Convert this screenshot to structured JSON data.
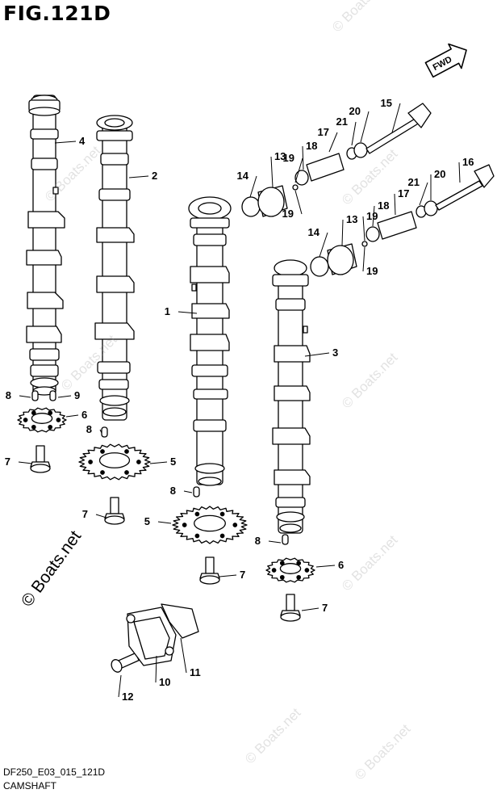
{
  "header": {
    "title": "FIG.121D"
  },
  "footer": {
    "code": "DF250_E03_015_121D",
    "subtitle": "CAMSHAFT"
  },
  "badge": {
    "fwd": "FWD"
  },
  "watermark": {
    "text": "© Boats.net"
  },
  "callouts": [
    {
      "label": "4"
    },
    {
      "label": "2"
    },
    {
      "label": "1"
    },
    {
      "label": "3"
    },
    {
      "label": "8"
    },
    {
      "label": "9"
    },
    {
      "label": "6"
    },
    {
      "label": "7"
    },
    {
      "label": "8"
    },
    {
      "label": "5"
    },
    {
      "label": "7"
    },
    {
      "label": "8"
    },
    {
      "label": "5"
    },
    {
      "label": "7"
    },
    {
      "label": "8"
    },
    {
      "label": "6"
    },
    {
      "label": "7"
    },
    {
      "label": "11"
    },
    {
      "label": "10"
    },
    {
      "label": "12"
    },
    {
      "label": "15"
    },
    {
      "label": "20"
    },
    {
      "label": "21"
    },
    {
      "label": "17"
    },
    {
      "label": "18"
    },
    {
      "label": "19"
    },
    {
      "label": "13"
    },
    {
      "label": "14"
    },
    {
      "label": "19"
    },
    {
      "label": "16"
    },
    {
      "label": "20"
    },
    {
      "label": "21"
    },
    {
      "label": "17"
    },
    {
      "label": "18"
    },
    {
      "label": "19"
    },
    {
      "label": "13"
    },
    {
      "label": "14"
    },
    {
      "label": "19"
    }
  ]
}
